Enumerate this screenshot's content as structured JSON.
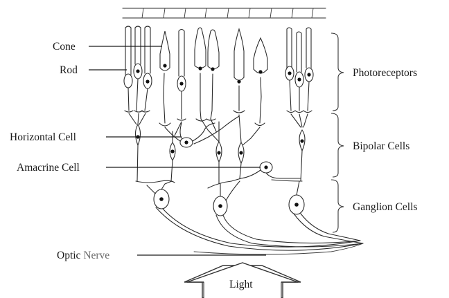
{
  "labels": {
    "cone": "Cone",
    "rod": "Rod",
    "horizontal_cell": "Horizontal Cell",
    "amacrine_cell": "Amacrine Cell",
    "optic_nerve_part1": "Optic",
    "optic_nerve_part2": "Nerve",
    "photoreceptors": "Photoreceptors",
    "bipolar_cells": "Bipolar Cells",
    "ganglion_cells": "Ganglion Cells",
    "light": "Light"
  },
  "colors": {
    "ink": "#2b2b2b",
    "text": "#1a1a1a",
    "text_light": "#6a6a6a",
    "background": "#ffffff"
  }
}
